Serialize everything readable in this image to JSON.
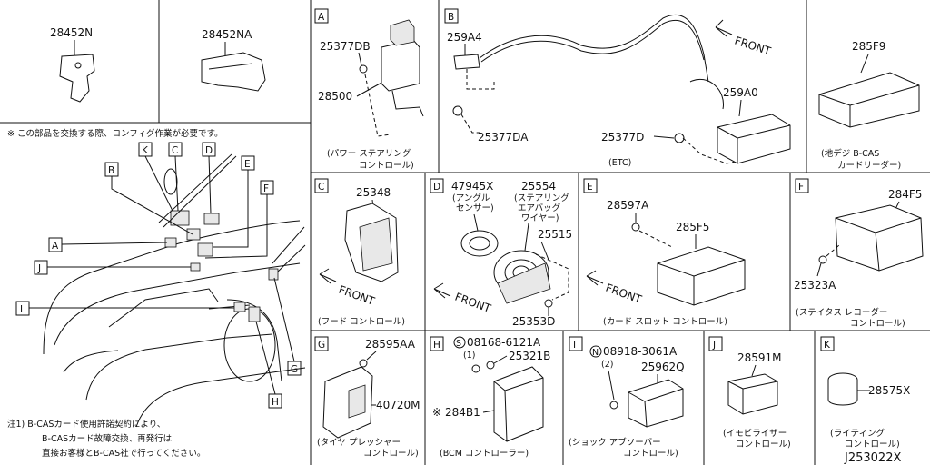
{
  "panels": {
    "p28452n": {
      "part": "28452N"
    },
    "p28452na": {
      "part": "28452NA"
    },
    "note_top": "※ この部品を交換する際、コンフィグ作業が必要です。",
    "note_bottom": [
      "注1) B-CASカード使用許諾契約により、",
      "B-CASカード故障交換、再発行は",
      "直接お客様とB-CAS社で行ってください。"
    ],
    "vehicle_callouts": [
      "K",
      "C",
      "D",
      "B",
      "E",
      "F",
      "A",
      "J",
      "I",
      "G",
      "H"
    ],
    "A": {
      "letter": "A",
      "parts": [
        "25377DB",
        "28500"
      ],
      "caption": [
        "(パワー ステアリング",
        "コントロール)"
      ]
    },
    "B": {
      "letter": "B",
      "parts": [
        "259A4",
        "25377DA",
        "25377D",
        "259A0"
      ],
      "front": "FRONT",
      "caption": [
        "(ETC)"
      ]
    },
    "p285f9": {
      "part": "285F9",
      "caption": [
        "(地デジ B-CAS",
        "カードリーダー)"
      ]
    },
    "C": {
      "letter": "C",
      "parts": [
        "25348"
      ],
      "front": "FRONT",
      "caption": [
        "(フード コントロール)"
      ]
    },
    "D": {
      "letter": "D",
      "parts": [
        "47945X",
        "25554",
        "25515",
        "25353D"
      ],
      "notes": [
        "(アングル",
        "センサー)",
        "(ステアリング",
        "エアバッグ",
        "ワイヤー)"
      ],
      "front": "FRONT"
    },
    "E": {
      "letter": "E",
      "parts": [
        "28597A",
        "285F5"
      ],
      "front": "FRONT",
      "caption": [
        "(カード スロット コントロール)"
      ]
    },
    "F": {
      "letter": "F",
      "parts": [
        "284F5",
        "25323A"
      ],
      "caption": [
        "(ステイタス レコーダー",
        "コントロール)"
      ]
    },
    "G": {
      "letter": "G",
      "parts": [
        "28595AA",
        "40720M"
      ],
      "caption": [
        "(タイヤ プレッシャー",
        "コントロール)"
      ]
    },
    "H": {
      "letter": "H",
      "parts": [
        "08168-6121A",
        "(1)",
        "25321B",
        "284B1"
      ],
      "marks": [
        "S",
        "※"
      ],
      "caption": [
        "(BCM コントローラー)"
      ]
    },
    "I": {
      "letter": "I",
      "parts": [
        "08918-3061A",
        "(2)",
        "25962Q"
      ],
      "marks": [
        "N"
      ],
      "caption": [
        "(ショック アブソーバー",
        "コントロール)"
      ]
    },
    "J": {
      "letter": "J",
      "parts": [
        "28591M"
      ],
      "caption": [
        "(イモビライザー",
        "コントロール)"
      ]
    },
    "K": {
      "letter": "K",
      "parts": [
        "28575X"
      ],
      "caption": [
        "(ライティング",
        "コントロール)"
      ]
    }
  },
  "drawing_id": "J253022X"
}
